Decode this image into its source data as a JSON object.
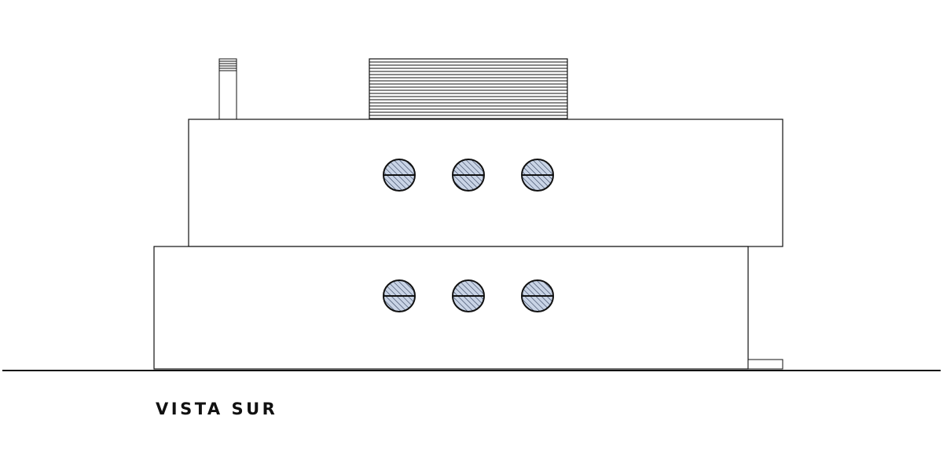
{
  "drawing": {
    "view_title": "VISTA SUR",
    "elements": [
      "chimney-vent",
      "rooftop-louvered-unit",
      "upper-floor-volume",
      "lower-floor-volume",
      "porthole-window"
    ],
    "colors": {
      "line": "#111111",
      "window_fill": "#c9d4e6",
      "window_hatch": "#2c3a55",
      "background": "#ffffff"
    }
  }
}
